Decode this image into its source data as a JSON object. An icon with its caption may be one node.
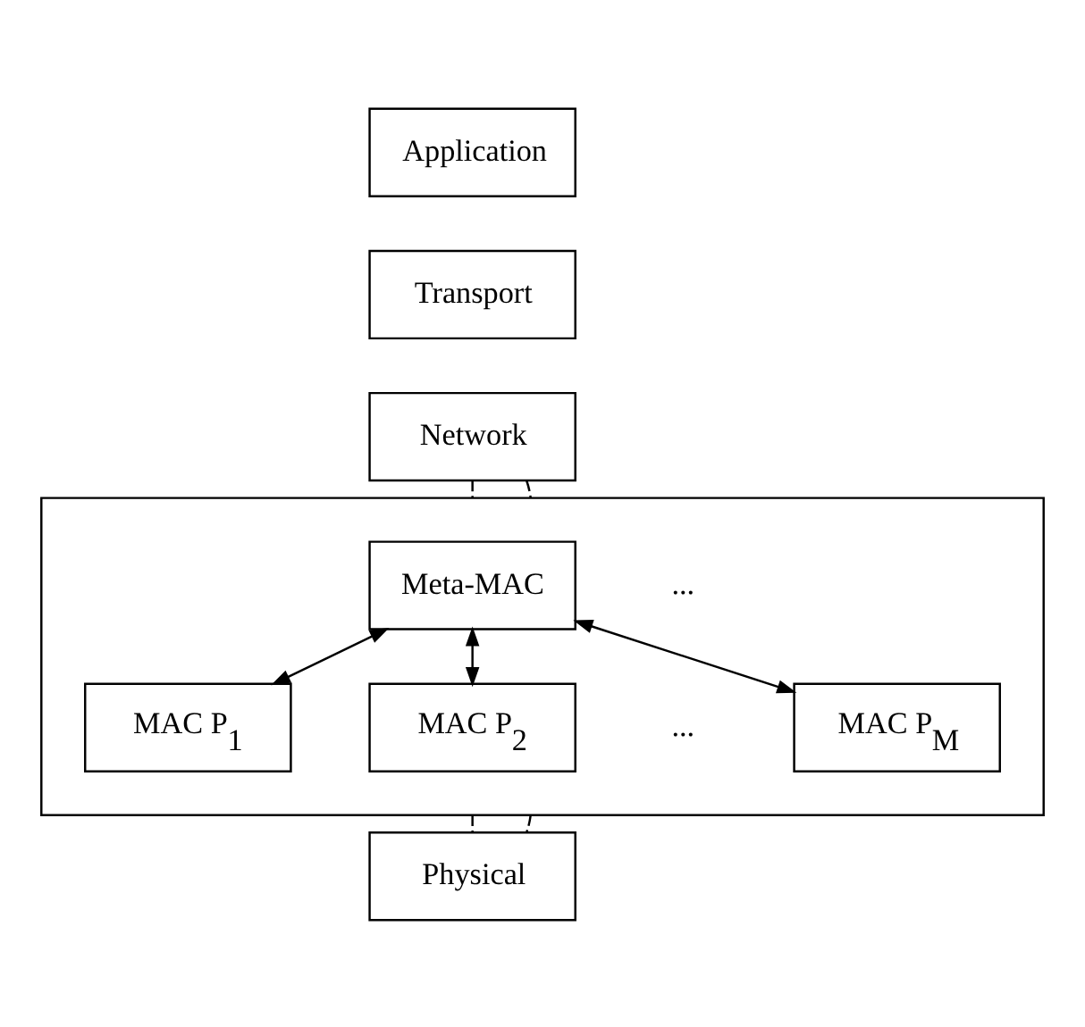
{
  "diagram": {
    "nodes": [
      {
        "text": [
          "Application"
        ]
      },
      {
        "text": [
          "Transport"
        ]
      },
      {
        "text": [
          "Network"
        ]
      },
      {
        "text": [],
        "shape": "box"
      },
      {
        "text": [
          "Meta-MAC"
        ],
        "in": 3
      },
      {
        "text": [
          "MAC P$_{1}$"
        ],
        "in": 3
      },
      {
        "text": [
          "MAC P$_{2}$"
        ],
        "in": 3
      },
      {
        "text": [
          "MAC P$_{M}$"
        ],
        "in": 3
      },
      {
        "text": [
          "Physical"
        ]
      }
    ],
    "edges": [
      {
        "from": 2,
        "to": 3,
        "arrow": "none",
        "style": "dashed"
      },
      {
        "from": 2,
        "to": 3,
        "arrow": "none",
        "style": "dashed"
      },
      {
        "from": 4,
        "to": 5,
        "arrow": "both"
      },
      {
        "from": 4,
        "to": 6,
        "arrow": "both"
      },
      {
        "from": 4,
        "to": 7,
        "arrow": "both"
      },
      {
        "from": 3,
        "to": 8,
        "arrow": "none",
        "style": "dashed"
      },
      {
        "from": 3,
        "to": 8,
        "arrow": "none",
        "style": "dashed"
      }
    ],
    "labels": [
      "...",
      "..."
    ]
  }
}
